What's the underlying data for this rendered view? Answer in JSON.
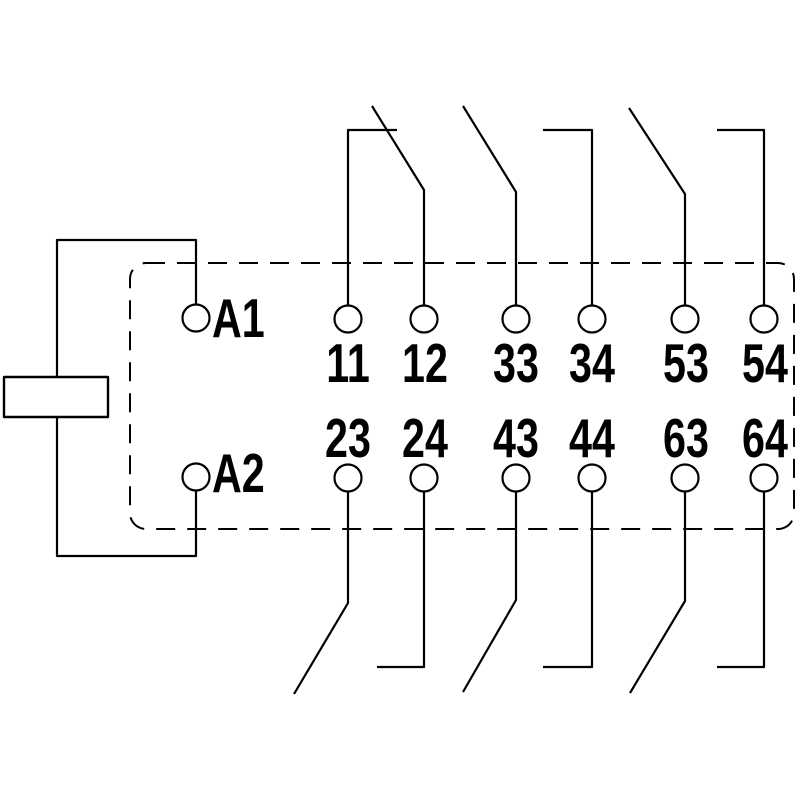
{
  "diagram": {
    "kind": "relay-wiring-schematic",
    "colors": {
      "line": "#000000",
      "background": "#ffffff"
    },
    "coil_terminals": {
      "a1": {
        "label": "A1"
      },
      "a2": {
        "label": "A2"
      }
    },
    "contact_terminals": {
      "top_row": [
        {
          "label": "11"
        },
        {
          "label": "12"
        },
        {
          "label": "33"
        },
        {
          "label": "34"
        },
        {
          "label": "53"
        },
        {
          "label": "54"
        }
      ],
      "bottom_row": [
        {
          "label": "23"
        },
        {
          "label": "24"
        },
        {
          "label": "43"
        },
        {
          "label": "44"
        },
        {
          "label": "63"
        },
        {
          "label": "64"
        }
      ]
    },
    "contacts": [
      {
        "pair": "11-12",
        "type": "NC break contact"
      },
      {
        "pair": "33-34",
        "type": "NO make contact"
      },
      {
        "pair": "53-54",
        "type": "NO make contact"
      },
      {
        "pair": "23-24",
        "type": "NO make contact"
      },
      {
        "pair": "43-44",
        "type": "NO make contact"
      },
      {
        "pair": "63-64",
        "type": "NO make contact"
      }
    ]
  }
}
